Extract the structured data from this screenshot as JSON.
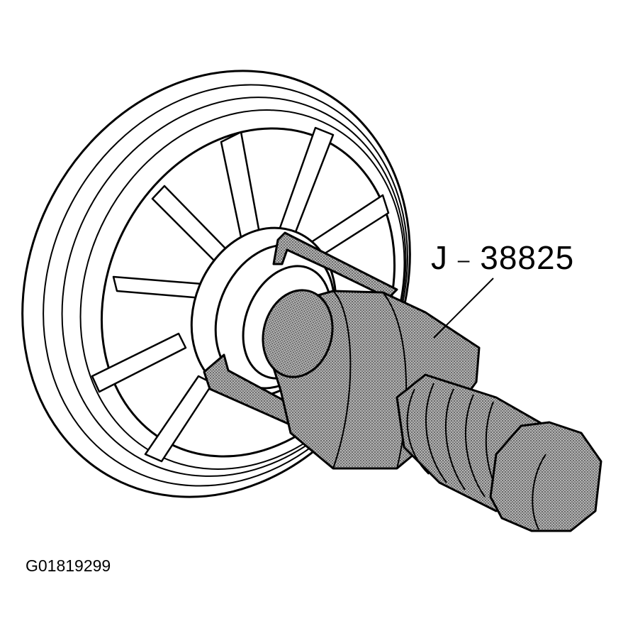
{
  "callout": {
    "label": "J",
    "dash": "–",
    "number": "38825"
  },
  "figure_id": "G01819299",
  "colors": {
    "ink": "#000000",
    "paper": "#ffffff",
    "stipple": "#9a9a9a"
  }
}
